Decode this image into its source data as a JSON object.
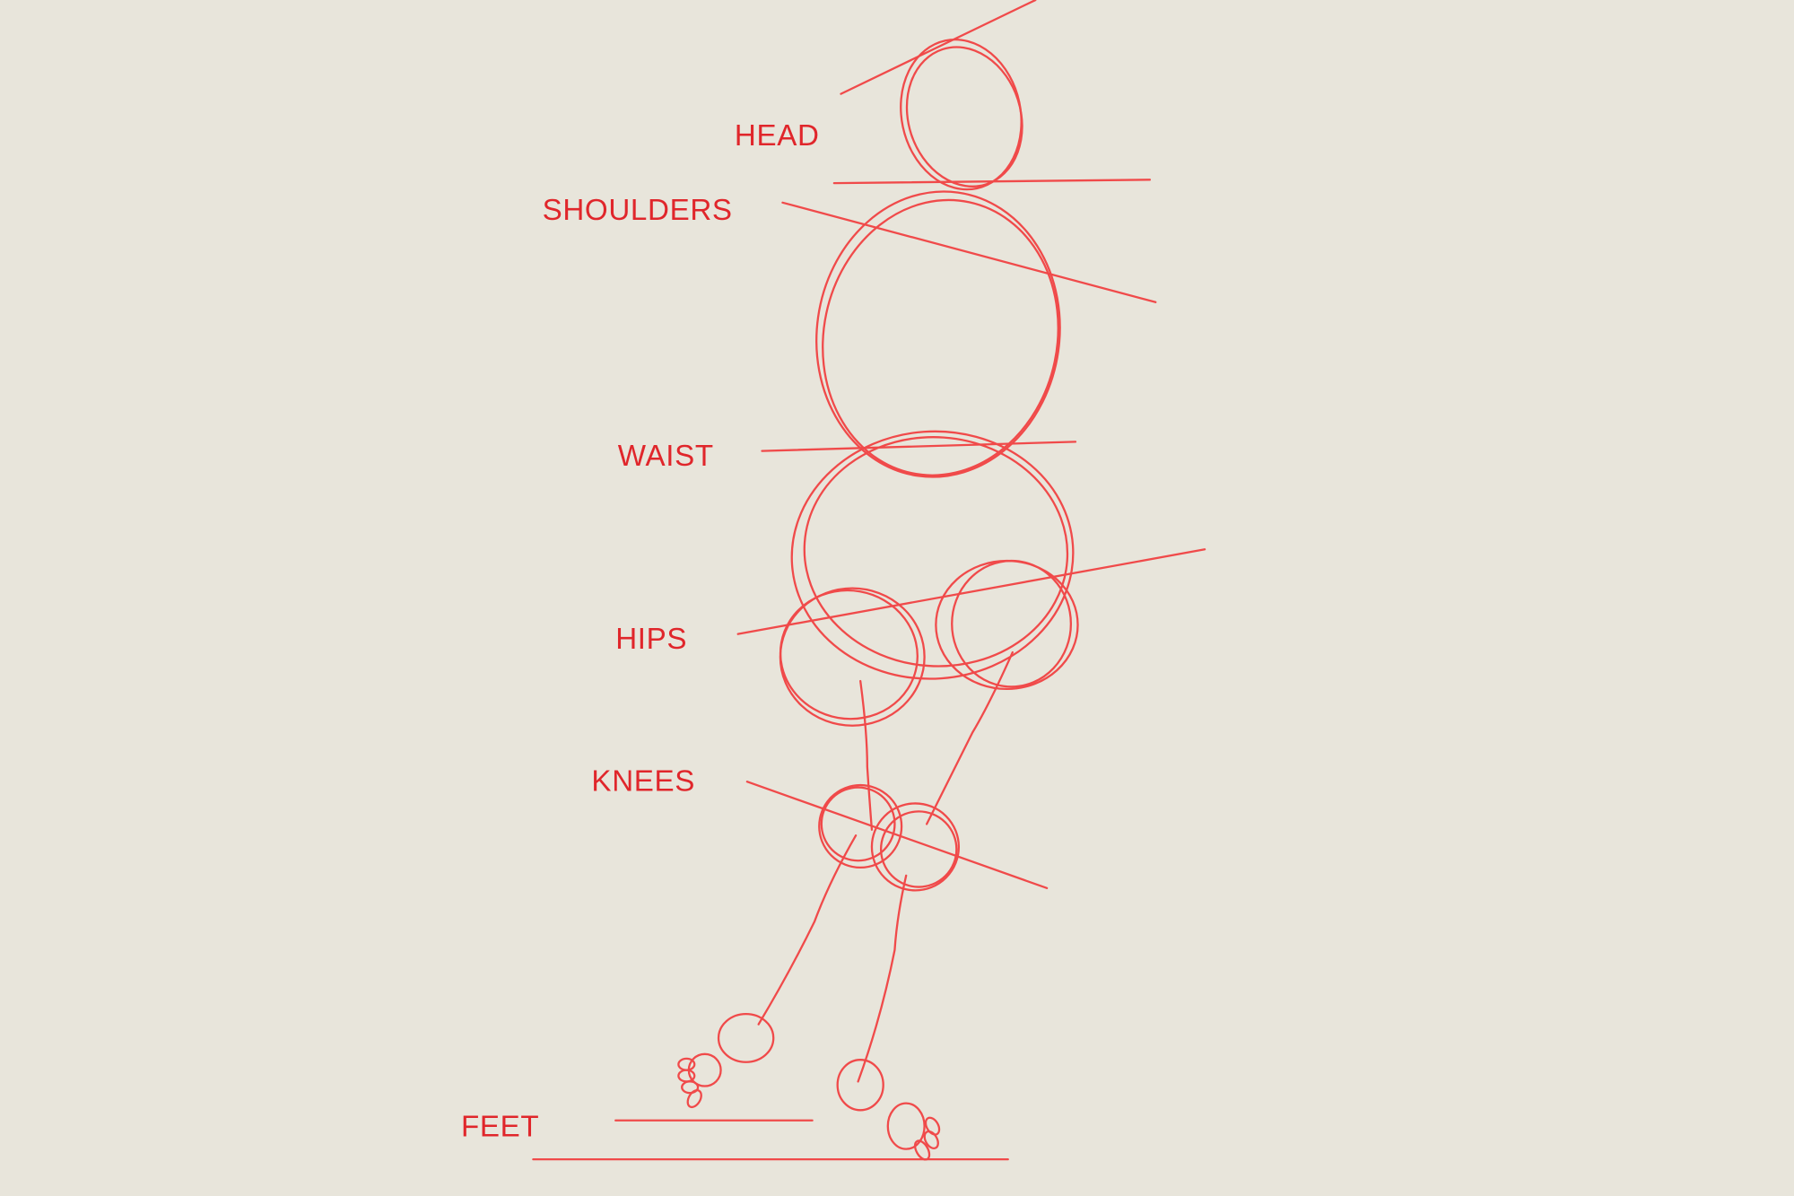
{
  "labels": {
    "head": "HEAD",
    "shoulders": "SHOULDERS",
    "waist": "WAIST",
    "hips": "HIPS",
    "knees": "KNEES",
    "feet": "FEET"
  },
  "colors": {
    "background": "#e8e5db",
    "label_text": "#e0262b",
    "sketch_stroke": "#f04a4a"
  }
}
